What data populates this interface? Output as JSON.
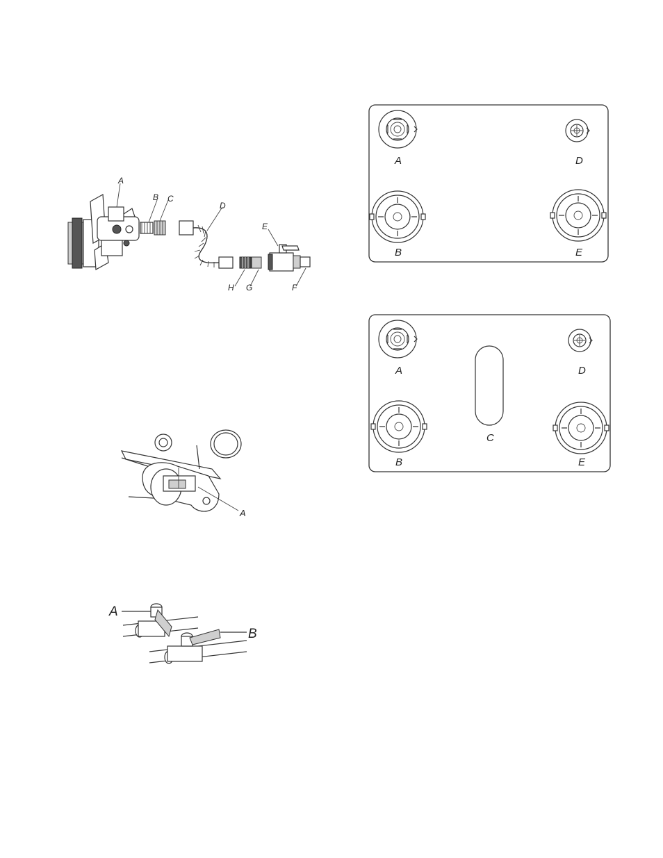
{
  "assembly_figure": {
    "labels": [
      "A",
      "B",
      "C",
      "D",
      "E",
      "F",
      "G",
      "H"
    ]
  },
  "valve_figure": {
    "labels": [
      "A"
    ]
  },
  "handles_figure": {
    "labels": [
      "A",
      "B"
    ]
  },
  "burner_panel_4": {
    "labels": [
      "A",
      "D",
      "B",
      "E"
    ]
  },
  "burner_panel_5": {
    "labels": [
      "A",
      "D",
      "C",
      "B",
      "E"
    ]
  }
}
